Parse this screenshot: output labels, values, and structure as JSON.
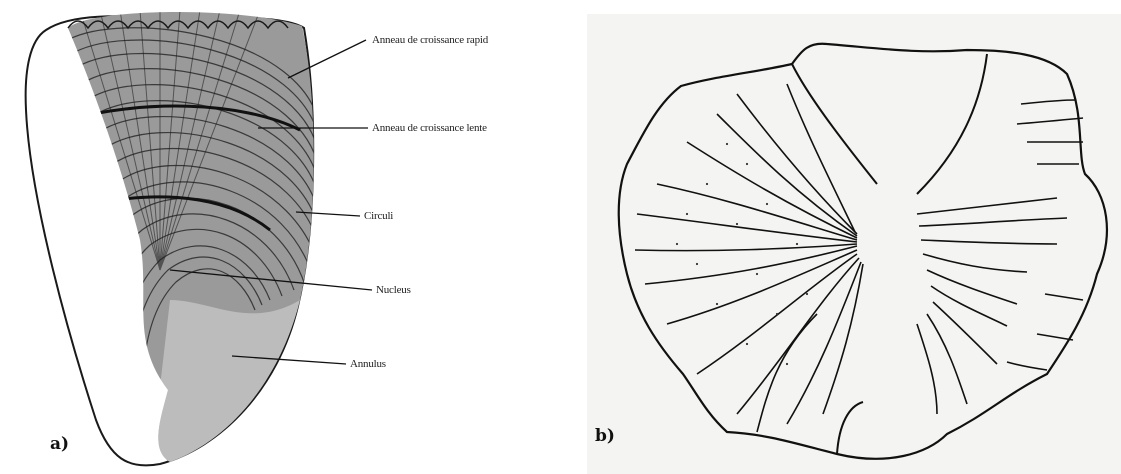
{
  "panel_a": {
    "tag": "a)",
    "labels": {
      "fast_ring": "Anneau de croissance rapid",
      "slow_ring": "Anneau de croissance lente",
      "circuli": "Circuli",
      "nucleus": "Nucleus",
      "annulus": "Annulus"
    }
  },
  "panel_b": {
    "tag": "b)"
  }
}
